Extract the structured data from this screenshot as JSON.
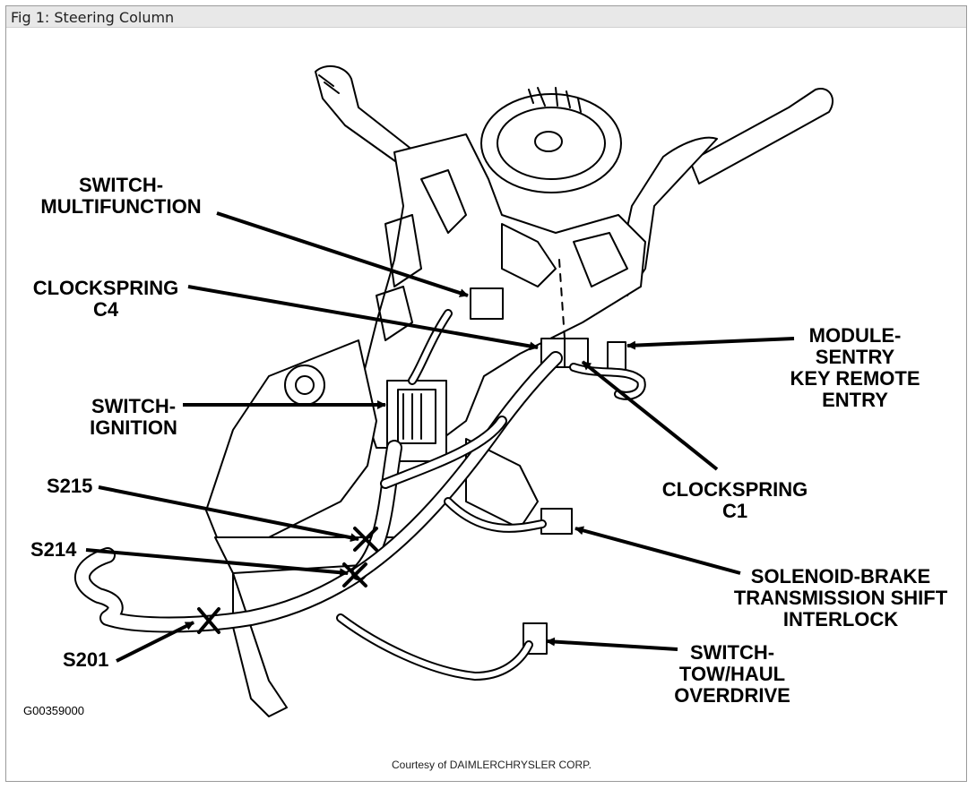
{
  "caption": "Fig 1: Steering Column",
  "labels": {
    "switch_multifunction": [
      "SWITCH-",
      "MULTIFUNCTION"
    ],
    "clockspring_c4": [
      "CLOCKSPRING",
      "C4"
    ],
    "switch_ignition": [
      "SWITCH-",
      "IGNITION"
    ],
    "s215": "S215",
    "s214": "S214",
    "s201": "S201",
    "module_sentry": [
      "MODULE-",
      "SENTRY",
      "KEY REMOTE",
      "ENTRY"
    ],
    "clockspring_c1": [
      "CLOCKSPRING",
      "C1"
    ],
    "solenoid_brake": [
      "SOLENOID-BRAKE",
      "TRANSMISSION SHIFT",
      "INTERLOCK"
    ],
    "switch_tow_haul": [
      "SWITCH-",
      "TOW/HAUL",
      "OVERDRIVE"
    ]
  },
  "figure_code": "G00359000",
  "courtesy": "Courtesy of DAIMLERCHRYSLER CORP."
}
